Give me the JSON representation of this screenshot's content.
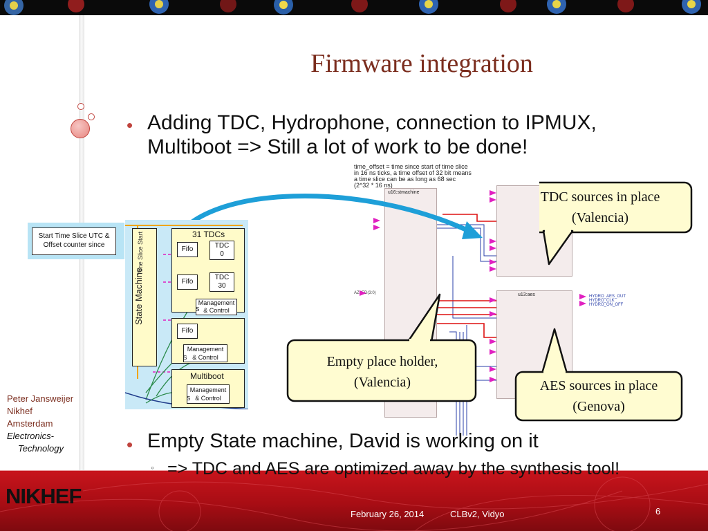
{
  "slide": {
    "title": "Firmware integration",
    "bullets": [
      {
        "line1": "Adding TDC, Hydrophone, connection to IPMUX,",
        "line2": "Multiboot => Still a lot of work to be done!"
      },
      {
        "line1": "Empty State machine, David is working on it"
      }
    ],
    "sub_bullet": "=> TDC and AES are optimized away by the synthesis tool!",
    "sub_bullet_marker": "◦",
    "bullet_marker": "•"
  },
  "author": {
    "name": "Peter Jansweijer",
    "org": "Nikhef",
    "city": "Amsterdam",
    "dept_line1": "Electronics-",
    "dept_line2": "Technology"
  },
  "footer": {
    "date": "February 26, 2014",
    "event": "CLBv2, Vidyo",
    "page_number": "6",
    "logo": "NIKHEF"
  },
  "callouts": {
    "tdc_line1": "TDC sources in place",
    "tdc_line2": "(Valencia)",
    "placeholder_line1": "Empty place holder,",
    "placeholder_line2": "(Valencia)",
    "aes_line1": "AES sources in place",
    "aes_line2": "(Genova)"
  },
  "block_diagram": {
    "start_box_line1": "Start Time Slice UTC &",
    "start_box_line2": "Offset counter since",
    "tdc_group": "31 TDCs",
    "fifo": "Fifo",
    "tdc0_line1": "TDC",
    "tdc0_line2": "0",
    "tdc30_line1": "TDC",
    "tdc30_line2": "30",
    "mgmt_line1": "Management",
    "mgmt_line2": "& Control",
    "time_slice_start": "Time Slice Start",
    "state_machine": "State Machine",
    "multiboot": "Multiboot",
    "s_label": "S"
  },
  "schematic": {
    "note_line1": "time_offset = time since start of time slice",
    "note_line2": "in 16 ns ticks, a time offset of 32 bit means",
    "note_line3": "a time slice can be as long as 68 sec",
    "note_line4": "(2^32 * 16 ns)",
    "state_block": "u16:stmachine",
    "aes_block": "u13:aes",
    "aes_outputs": [
      "HYDRO_AES_OUT",
      "HYDRO_CLK",
      "HYDRO_ON_OFF"
    ],
    "azleds": "AZLED(3:0)"
  },
  "colors": {
    "title": "#7b2d1e",
    "accent_red": "#c0443e",
    "footer_red": "#b3101a",
    "callout_fill": "#fffcd1",
    "arrow_blue": "#1e9fd8"
  }
}
